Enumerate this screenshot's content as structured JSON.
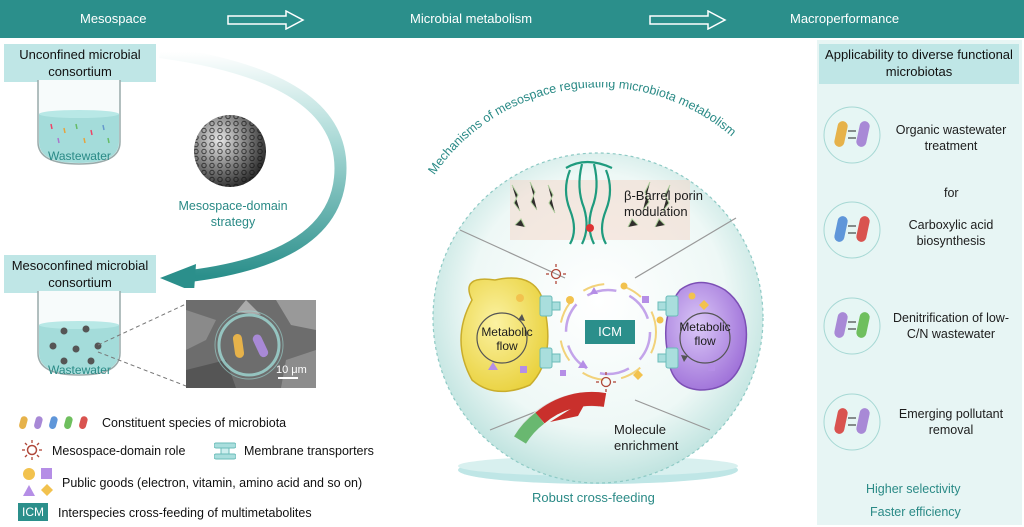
{
  "header": {
    "step1": "Mesospace",
    "step2": "Microbial metabolism",
    "step3": "Macroperformance"
  },
  "left": {
    "unconfined_label": "Unconfined microbial consortium",
    "wastewater1": "Wastewater",
    "strategy_label": "Mesospace-domain strategy",
    "mesoconfined_label": "Mesoconfined microbial consortium",
    "wastewater2": "Wastewater",
    "scale_bar": "10 μm"
  },
  "legend": {
    "species": "Constituent species of microbiota",
    "role": "Mesospace-domain role",
    "transporters": "Membrane transporters",
    "public_goods": "Public goods (electron, vitamin, amino acid and so on)",
    "icm_tag": "ICM",
    "icm_text": "Interspecies cross-feeding of multimetabolites"
  },
  "center": {
    "arc_title": "Mechanisms of mesospace regulating microbiota metabolism",
    "porin": "β-Barrel porin modulation",
    "metabolic_left": "Metabolic flow",
    "icm": "ICM",
    "metabolic_right": "Metabolic flow",
    "molecule": "Molecule enrichment",
    "robust": "Robust cross-feeding"
  },
  "right": {
    "header": "Applicability to diverse functional microbiotas",
    "item1": "Organic wastewater treatment",
    "for": "for",
    "item2": "Carboxylic acid biosynthesis",
    "item3": "Denitrification of low-C/N wastewater",
    "item4": "Emerging pollutant removal",
    "footer1": "Higher selectivity",
    "footer2": "Faster efficiency"
  },
  "colors": {
    "teal_bar": "#2b8f8b",
    "label_box": "#bfe6e6",
    "accent_text": "#2a8a86",
    "yellow_cell": "#f0df5a",
    "purple_cell": "#b58ee6"
  }
}
